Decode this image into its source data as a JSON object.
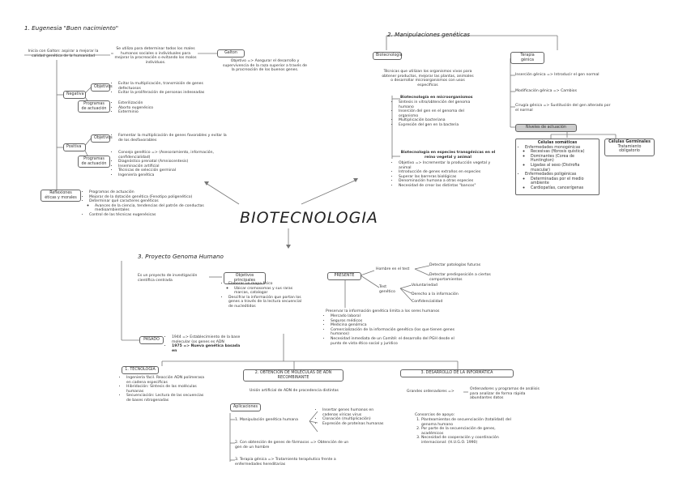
{
  "title": "BIOTECNOLOGIA",
  "s1": {
    "heading": "1. Eugenesia \"Buen nacimiento\"",
    "intro": "Inicia con Galton: aspirar a mejorar la calidad genética de la humanidad",
    "galton_q": "Se utilizo para determinar todos los males humanos sociales o individuales para mejorar la procreación o evitando los malos individuos.",
    "galton_box": "Galton",
    "galton_obj": "Objetivo => Asegurar el desarrollo y supervivencia de la raza superior a través de la procreación de los buenos genes.",
    "negativa": "Negativa",
    "neg_obj": "Objetivos",
    "neg_obj_items": [
      "Evitar la multiplicación, transmisión de genes defectuosos",
      "Evitar la proliferación de personas indeseadas"
    ],
    "neg_prog": "Programas de actuación",
    "neg_prog_items": [
      "Esterilización",
      "Aborto eugenésico",
      "Exterminio"
    ],
    "positiva": "Positiva",
    "pos_obj": "Objetivos",
    "pos_obj_text": "Fomentar la multiplicación de genes favorables y evitar la de los desfavorables",
    "pos_prog": "Programas de actuación",
    "pos_prog_items": [
      "Consejo genético => (Asesoramiento, información, confidencialidad)",
      "Diagnóstico prenatal (Amniocentesis)",
      "Inseminación artificial",
      "Técnicas de selección germinal",
      "Ingeniería genética"
    ],
    "reflex": "Reflexiones éticas y morales",
    "reflex_items": [
      "Programas de actuación",
      "Mejorar de la dotación genética (Fenotipo poligenético)",
      "Determinar qué caracteres genéticos",
      "Avances de la ciencia, tendencias del patrón de conductas medioambientales",
      "Control de las técnicas eugenésicas"
    ]
  },
  "s2": {
    "heading": "2. Manipulaciones genéticas",
    "biotech": "Biotecnología",
    "biotech_text": "Técnicas que utilizan los organismos vivos para obtener productos, mejorar las plantas, animales o desarrollar microorganismos con usos específicos",
    "micro_title": "Biotecnología en microorganismos",
    "micro_items": [
      "Síntesis in vitro/obtención del genoma humano",
      "Inserción del gen en el genoma del organismo",
      "Multiplicación bacteriana",
      "Expresión del gen en la bacteria"
    ],
    "trans_title": "Biotecnología en especies transgénicas en el reino vegetal y animal",
    "trans_items": [
      "Objetivo => Incrementar la producción vegetal y animal",
      "Introducción de genes extraños en especies",
      "Superar las barreras biológicas",
      "Denominación humana a otras especies",
      "Necesidad de crear las distintas \"bancos\""
    ],
    "terapia": "Terapia génica",
    "ter_items": [
      "Inserción génica => Introducir el gen normal",
      "Modificación génica => Cambios",
      "Cirugía génica => Sustitución del gen alterado por el normal"
    ],
    "limits": "Niveles de actuación",
    "somatic_title": "Células somáticas",
    "somatic_items": [
      "Enfermedades monogénicas",
      "Recesivas (fibrosis quística)",
      "Dominantes (Corea de Huntington)",
      "Ligadas al sexo (Distrofia muscular)",
      "Enfermedades poligénicas",
      "Determinadas por el medio ambiente",
      "Cardiopatías, cancerígenas"
    ],
    "germ_title": "Células Germinales",
    "germ_items": [
      "Tratamiento obligatorio"
    ]
  },
  "s3": {
    "heading": "3. Proyecto Genoma Humano",
    "pgh_intro": "Es un proyecto de investigación científica centrada",
    "obj_title": "Objetivos principales",
    "obj_items": [
      "Elaborar un mapa físico",
      "Ubicar cromosomas y sus raras marcas, catalogar",
      "Descifrar la información que portan los genes a través de la lectura secuencial de nucleótidos"
    ],
    "present": "PRESENTE",
    "hombre": "Hombre en el test",
    "det_pat": "Detectar patologías futuras",
    "det_pred": "Detectar predisposición a ciertos comportamientos",
    "test": "Test genético",
    "test_items": [
      "Voluntariedad",
      "Derecho a la información",
      "Confidencialidad"
    ],
    "present_text": "Preservar la información genética limita a los seres humanos",
    "present_items": [
      "Mercado laboral",
      "Seguros médicos",
      "Medicina genómica",
      "Comercialización de la información genética (los que tienen genes humanos)",
      "Necesidad inmediata de un Comité: el desarrollo del PGH desde el punto de vista ético social y jurídico"
    ],
    "pasado": "PASADO",
    "pasado_items": [
      "1944 => Establecimiento de la base molecular (os genes es ADN",
      "1975 => Nueva genética basada en"
    ],
    "tec": "1. TECNOLOGÍA",
    "tec_items": [
      "Ingeniería fácil. Reacción ADN polimerasa en cadena especificas",
      "Hibridación: Síntesis de las moléculas humanas",
      "Secuenciación: Lectura de las secuencias de bases nitrogenadas"
    ],
    "obt": "2. OBTENCIÓN DE MOLÉCULAS DE ADN RECOMBINANTE",
    "obt_text": "Unión artificial de ADN de procedencia distintas",
    "aplic": "Aplicaciones",
    "manip": "1. Manipulación genética humana",
    "manip_items": [
      "Insertar genes humanos en cadenas víricas virus",
      "Clonación (multiplicación)",
      "Expresión de proteínas humanas"
    ],
    "farmac": "2. Con obtención de genes de fármacos => Obtención de un gen de un hombre",
    "terap": "3. Terapia génica => Tratamiento terapéutico frente a enfermedades hereditarias",
    "info": "3. DESARROLLO DE LA INFORMÁTICA",
    "info_a": "Grandes ordenadores =>",
    "info_b": "Ordenadores y programas de análisis para analizar de forma rápida abundantes datos",
    "info_c": "Consorcios de apoyo:",
    "info_items": [
      "Planteamientos de secuenciación (totalidad) del genoma humano",
      "Por parte de la secuenciación de genes, académicos",
      "Necesidad de cooperación y coordinación internacional: (H.U.G.O. 1990)"
    ]
  }
}
